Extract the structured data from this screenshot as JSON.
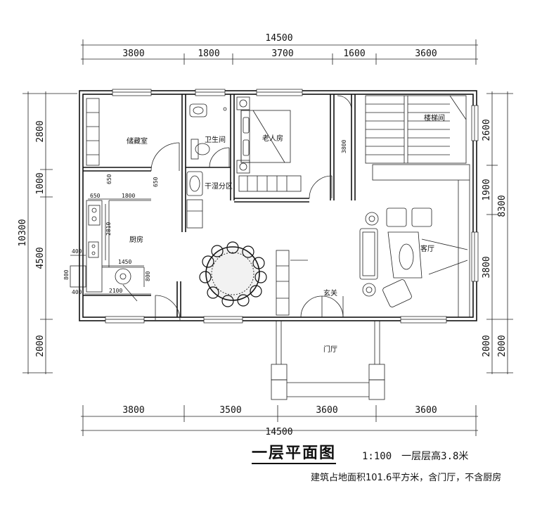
{
  "dimensions": {
    "top": {
      "total": "14500",
      "segments": [
        "3800",
        "1800",
        "3700",
        "1600",
        "3600"
      ]
    },
    "bottom": {
      "total": "14500",
      "segments": [
        "3800",
        "3500",
        "3600",
        "3600"
      ]
    },
    "left": {
      "total": "10300",
      "segments": [
        "2800",
        "1000",
        "4500",
        "2000"
      ]
    },
    "right_inner": [
      "2600",
      "1900",
      "3800",
      "2000"
    ],
    "right_total": "8300"
  },
  "rooms": {
    "storage": "储藏室",
    "bathroom": "卫生间",
    "elder_room": "老人房",
    "stairwell": "楼梯间",
    "wet_dry": "干湿分区",
    "kitchen": "厨房",
    "living": "客厅",
    "entry": "玄关",
    "porch": "门厅"
  },
  "inner_dims": {
    "d650a": "650",
    "d650b": "650",
    "d650c": "650",
    "d1800": "1800",
    "d2810": "2810",
    "d1450": "1450",
    "d800a": "800",
    "d800b": "800",
    "d2100": "2100",
    "d400a": "400",
    "d400b": "400",
    "d3800": "3800"
  },
  "title": "一层平面图",
  "scale": "1:100　一层层高3.8米",
  "note": "建筑占地面积101.6平方米，含门厅，不含厨房"
}
